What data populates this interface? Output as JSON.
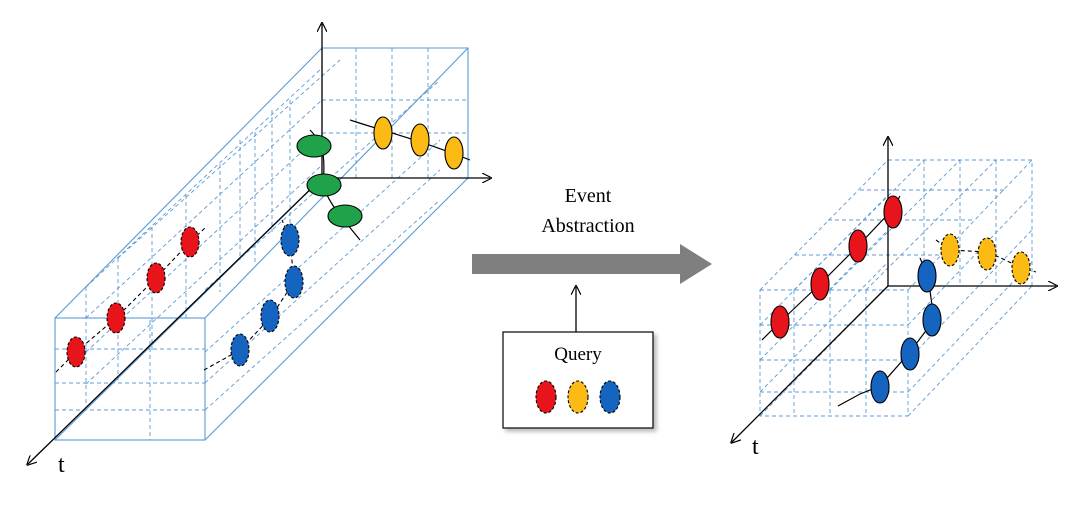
{
  "axis_label_left": "t",
  "axis_label_right": "t",
  "arrow_label_line1": "Event",
  "arrow_label_line2": "Abstraction",
  "query_label": "Query",
  "colors": {
    "red": "#e8141b",
    "yellow": "#fcbb14",
    "blue": "#1565c0",
    "green": "#1fa24a",
    "grid": "#5b9bd5",
    "arrow": "#7f7f7f"
  },
  "query_events": [
    "red",
    "yellow",
    "blue"
  ]
}
